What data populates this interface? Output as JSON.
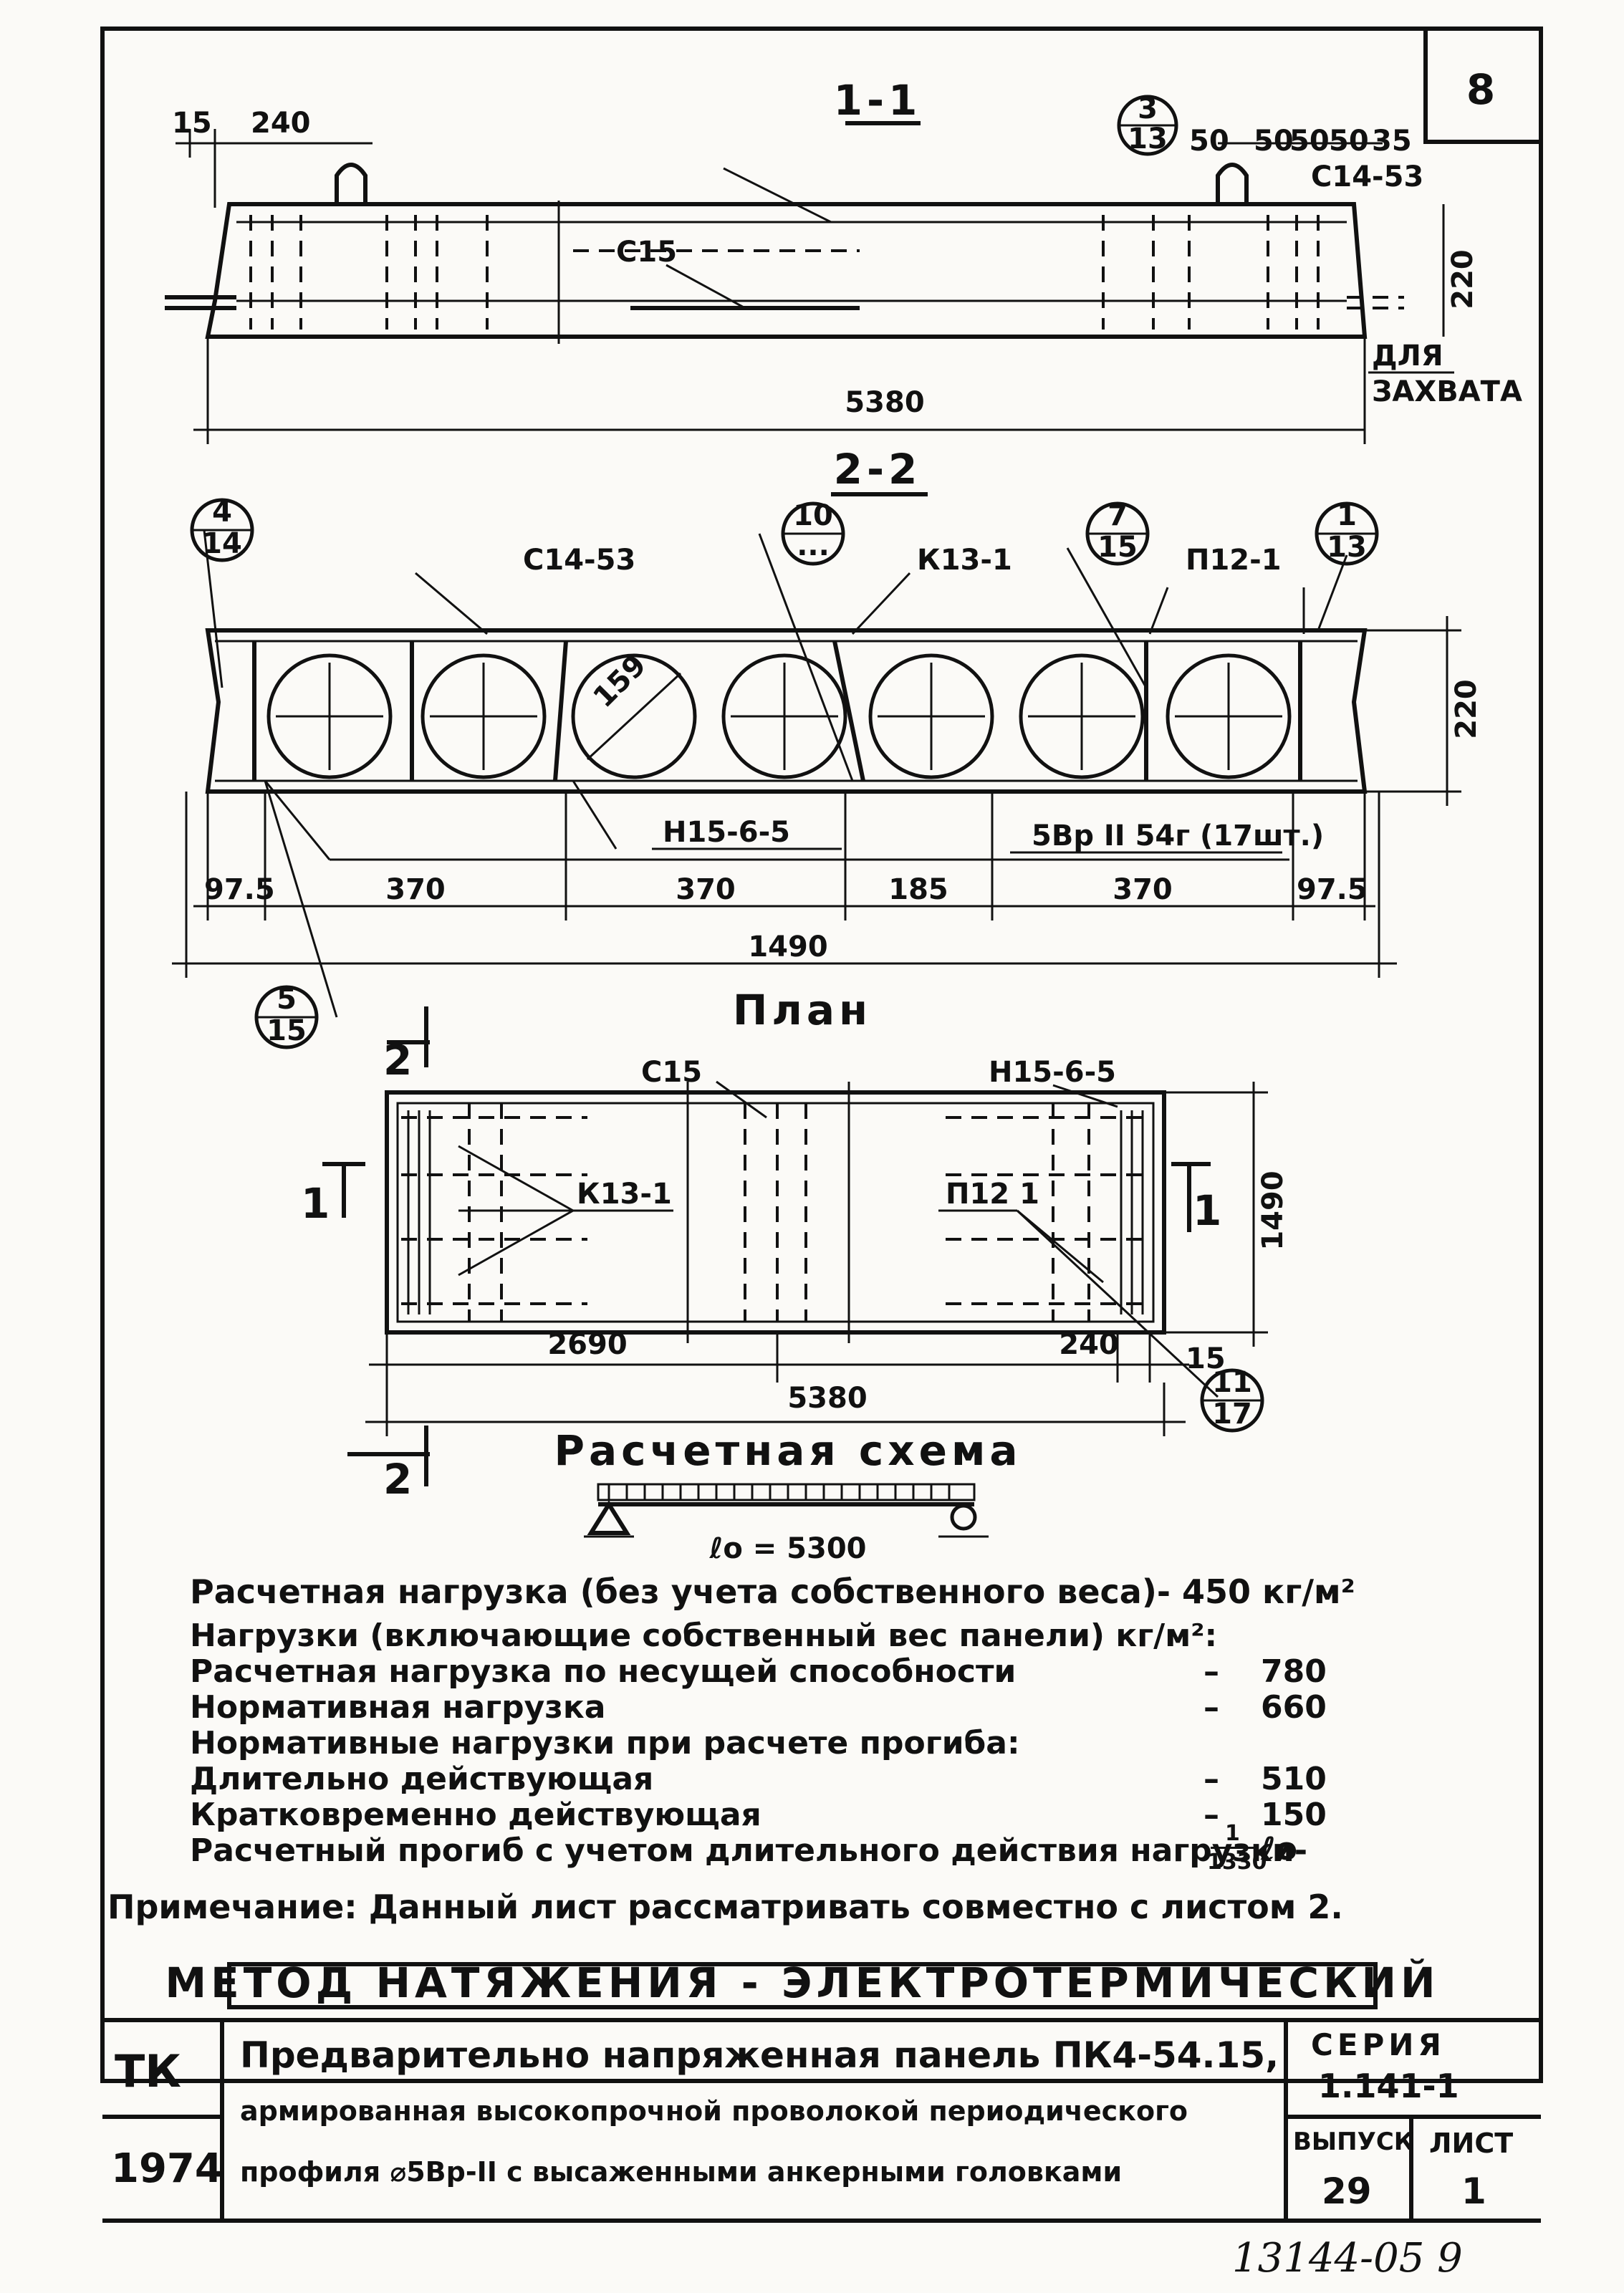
{
  "sheet": {
    "number": "8"
  },
  "section_1": {
    "title": "1-1",
    "dims": {
      "d15": "15",
      "d240": "240",
      "d50a": "50",
      "d50b": "50",
      "d50c": "50",
      "d50d": "50",
      "d35": "35",
      "d220": "220",
      "d5380": "5380"
    },
    "labels": {
      "c14_53": "С14-53",
      "c15": "С15",
      "grip": "ДЛЯ",
      "grip2": "ЗАХВАТА"
    },
    "ref": {
      "top": "3",
      "bottom": "13"
    }
  },
  "section_2": {
    "title": "2-2",
    "labels": {
      "c14_53": "С14-53",
      "k13_1": "К13-1",
      "p12_1": "П12-1",
      "h15_6_5": "Н15-6-5",
      "wire": "5Вр II 54г (17шт.)",
      "d159": "159"
    },
    "dims": {
      "d97_5a": "97.5",
      "d370a": "370",
      "d370b": "370",
      "d185": "185",
      "d370c": "370",
      "d97_5b": "97.5",
      "d1490": "1490",
      "d220": "220"
    },
    "refs": [
      {
        "top": "4",
        "bottom": "14"
      },
      {
        "top": "10",
        "bottom": "..."
      },
      {
        "top": "7",
        "bottom": "15"
      },
      {
        "top": "1",
        "bottom": "13"
      },
      {
        "top": "5",
        "bottom": "15"
      }
    ]
  },
  "plan": {
    "title": "План",
    "labels": {
      "c15": "С15",
      "h15_6_5": "Н15-6-5",
      "k13_1": "К13-1",
      "p12_1": "П12 1"
    },
    "dims": {
      "d2690": "2690",
      "d5380": "5380",
      "d240": "240",
      "d15": "15",
      "d1490": "1490"
    },
    "cut_marks": {
      "two_top": "2",
      "two_bottom": "2",
      "one_left": "1",
      "one_right": "1"
    },
    "ref": {
      "top": "11",
      "bottom": "17"
    }
  },
  "scheme": {
    "title": "Расчетная схема",
    "span": "ℓo = 5300"
  },
  "loads": {
    "line1": "Расчетная нагрузка (без учета собственного веса)-  450 кг/м²",
    "line2": "Нагрузки (включающие собственный вес панели) кг/м²:",
    "rows": [
      {
        "label": "Расчетная нагрузка по несущей способности",
        "value": "780"
      },
      {
        "label": "Нормативная нагрузка",
        "value": "660"
      }
    ],
    "line3": "Нормативные нагрузки при расчете прогиба:",
    "rows2": [
      {
        "label": "Длительно действующая",
        "value": "510"
      },
      {
        "label": "Кратковременно действующая",
        "value": "150"
      }
    ],
    "deflection": "Расчетный прогиб с учетом длительного действия нагрузки-",
    "deflection_num": "1",
    "deflection_den": "1330",
    "deflection_unit": "ℓo"
  },
  "note": "Примечание: Данный лист рассматривать совместно с листом 2.",
  "method": "МЕТОД НАТЯЖЕНИЯ - ЭЛЕКТРОТЕРМИЧЕСКИЙ",
  "title_block": {
    "org": "ТК",
    "year": "1974",
    "title_line1": "Предварительно напряженная панель ПК4-54.15,",
    "title_line2": "армированная высокопрочной проволокой периодического",
    "title_line3": "профиля ⌀5Вр-II с высаженными анкерными головками",
    "series_label": "СЕРИЯ",
    "series_value": "1.141-1",
    "issue_label": "ВЫПУСК",
    "issue_value": "29",
    "sheet_label": "ЛИСТ",
    "sheet_value": "1"
  },
  "footer_number": "13144-05  9"
}
